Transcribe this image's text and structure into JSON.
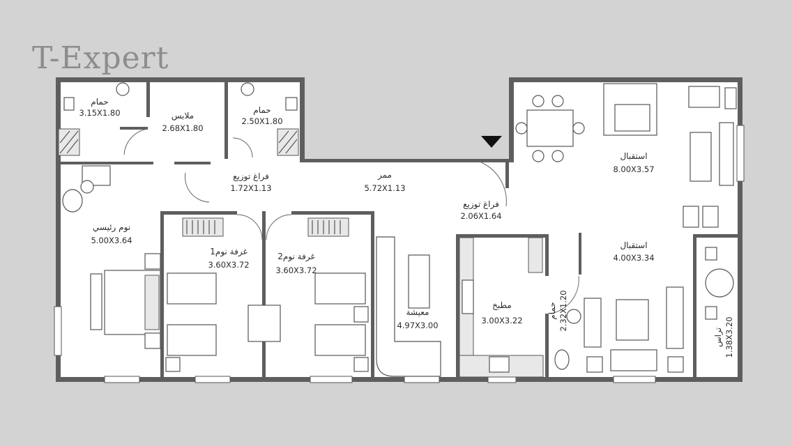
{
  "brand": {
    "logo_text": "T-Expert"
  },
  "rooms": {
    "bath1": {
      "name": "حمام",
      "dims": "3.15X1.80"
    },
    "dressing": {
      "name": "ملابس",
      "dims": "2.68X1.80"
    },
    "bath2": {
      "name": "حمام",
      "dims": "2.50X1.80"
    },
    "dist1": {
      "name": "فراغ توزيع",
      "dims": "1.72X1.13"
    },
    "corridor": {
      "name": "ممر",
      "dims": "5.72X1.13"
    },
    "dist2": {
      "name": "فراغ توزيع",
      "dims": "2.06X1.64"
    },
    "reception1": {
      "name": "استقبال",
      "dims": "8.00X3.57"
    },
    "reception2": {
      "name": "استقبال",
      "dims": "4.00X3.34"
    },
    "master": {
      "name": "نوم رئيسي",
      "dims": "5.00X3.64"
    },
    "bedroom1": {
      "name": "غرفة نوم1",
      "dims": "3.60X3.72"
    },
    "bedroom2": {
      "name": "غرفة نوم2",
      "dims": "3.60X3.72"
    },
    "living": {
      "name": "معيشة",
      "dims": "4.97X3.00"
    },
    "kitchen": {
      "name": "مطبخ",
      "dims": "3.00X3.22"
    },
    "bath3": {
      "name": "حمام",
      "dims": "2.32X1.20"
    },
    "terrace": {
      "name": "تراس",
      "dims": "1.38X3.20"
    }
  },
  "colors": {
    "background": "#d3d3d3",
    "wall": "#5e5e5e",
    "floor": "#ffffff",
    "logo": "#8d8d8d"
  },
  "icons": {
    "entrance": "entrance-arrow-icon"
  }
}
